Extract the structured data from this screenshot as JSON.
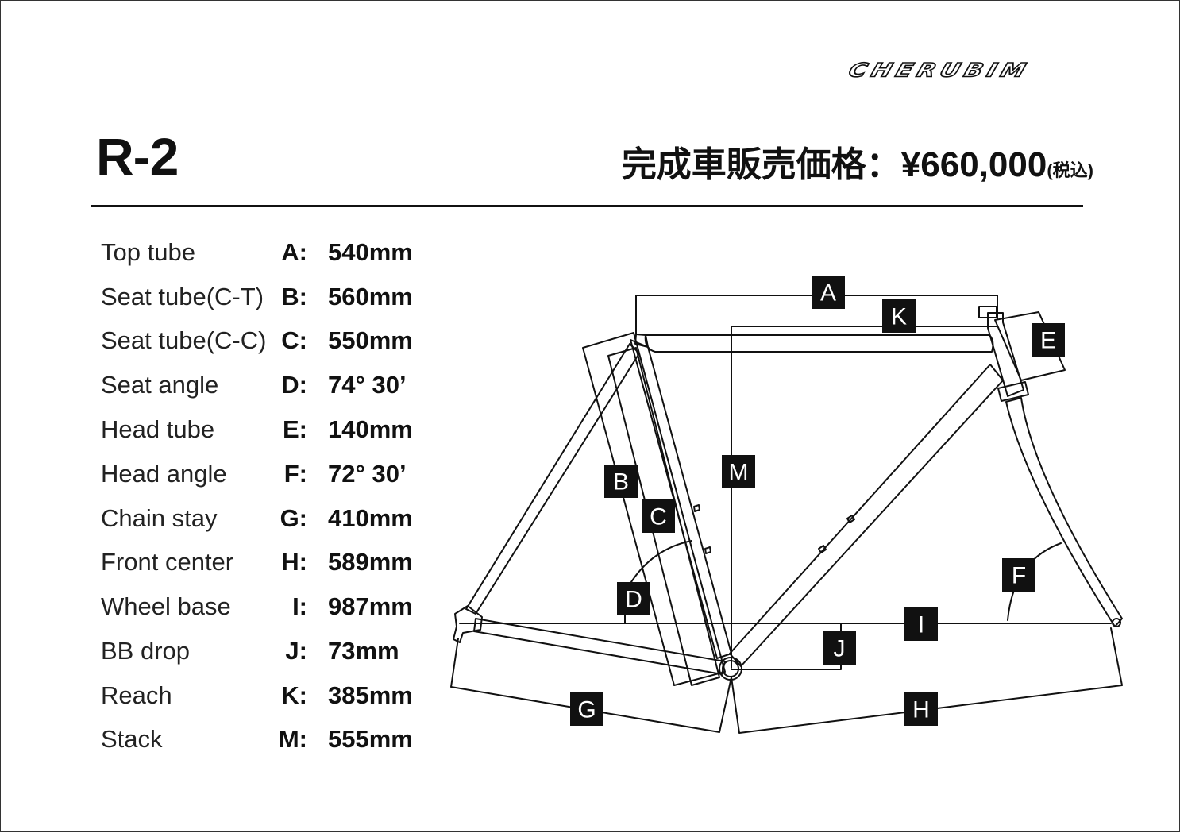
{
  "brand": "CHERUBIM",
  "model": "R-2",
  "price": {
    "label": "完成車販売価格：¥660,000",
    "tax_note": "(税込)"
  },
  "specs": [
    {
      "name": "Top tube",
      "code": "A:",
      "value": "540mm"
    },
    {
      "name": "Seat tube(C-T)",
      "code": "B:",
      "value": "560mm"
    },
    {
      "name": "Seat tube(C-C)",
      "code": "C:",
      "value": "550mm"
    },
    {
      "name": "Seat angle",
      "code": "D:",
      "value": " 74°  30’"
    },
    {
      "name": "Head tube",
      "code": "E:",
      "value": "140mm"
    },
    {
      "name": "Head angle",
      "code": "F:",
      "value": "72°  30’"
    },
    {
      "name": "Chain stay",
      "code": "G:",
      "value": "410mm"
    },
    {
      "name": "Front center",
      "code": "H:",
      "value": " 589mm"
    },
    {
      "name": "Wheel base",
      "code": "I:",
      "value": "987mm"
    },
    {
      "name": "BB drop",
      "code": "J:",
      "value": " 73mm"
    },
    {
      "name": "Reach",
      "code": "K:",
      "value": "385mm"
    },
    {
      "name": "Stack",
      "code": "M:",
      "value": "555mm"
    }
  ],
  "diagram_labels": {
    "A": "A",
    "B": "B",
    "C": "C",
    "D": "D",
    "E": "E",
    "F": "F",
    "G": "G",
    "H": "H",
    "I": "I",
    "J": "J",
    "K": "K",
    "M": "M"
  },
  "colors": {
    "ink": "#111111",
    "background": "#ffffff"
  }
}
